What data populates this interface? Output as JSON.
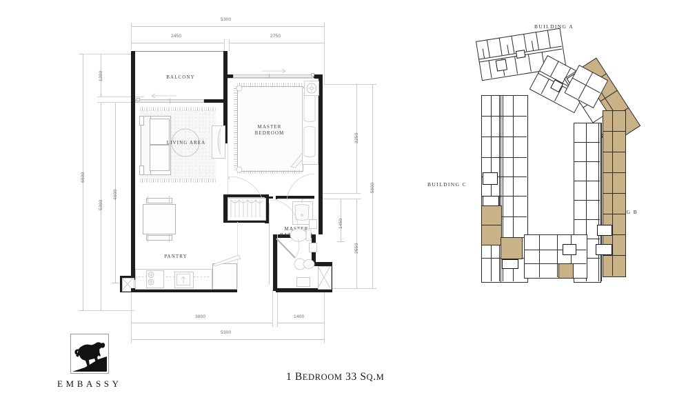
{
  "document": {
    "title": "1 Bedroom 33 Sq.m",
    "title_parts": {
      "lead": "1 ",
      "bedroom": "B",
      "bedroom_rest": "EDROOM",
      "area_num": " 33 ",
      "sq": "S",
      "sq_rest": "Q",
      "m": ".",
      "m2": "M"
    },
    "brand_name": "EMBASSY",
    "logo_icon": "lion-rampant-crest"
  },
  "floorplan": {
    "rooms": [
      {
        "id": "balcony",
        "label": "BALCONY"
      },
      {
        "id": "living-area",
        "label": "LIVING AREA"
      },
      {
        "id": "master-bedroom",
        "label": "MASTER\nBEDROOM",
        "line1": "MASTER",
        "line2": "BEDROOM"
      },
      {
        "id": "master-bathroom",
        "label": "MASTER\nBATHROOM",
        "line1": "MASTER",
        "line2": "BATHROOM"
      },
      {
        "id": "pantry",
        "label": "PANTRY"
      }
    ],
    "dimensions": {
      "top_overall": "5300",
      "top_left_segment": "2450",
      "top_right_segment": "2750",
      "bottom_overall": "5300",
      "bottom_left_segment": "3800",
      "bottom_right_segment": "1400",
      "left_overall": "6600",
      "left_upper_segment": "1300",
      "left_lower_segment": "5300",
      "left_inner_segment": "4600",
      "right_overall": "5900",
      "right_upper_segment": "3250",
      "right_lower_segment": "2550",
      "right_inner_segment": "1450"
    },
    "units": "mm"
  },
  "keyplan": {
    "buildings": [
      {
        "id": "building-a",
        "label": "BUILDING A"
      },
      {
        "id": "building-b",
        "label": "BUILDING B"
      },
      {
        "id": "building-c",
        "label": "BUILDING C"
      }
    ],
    "highlight_color": "#c9b286",
    "outline_color": "#2b2b2b"
  }
}
